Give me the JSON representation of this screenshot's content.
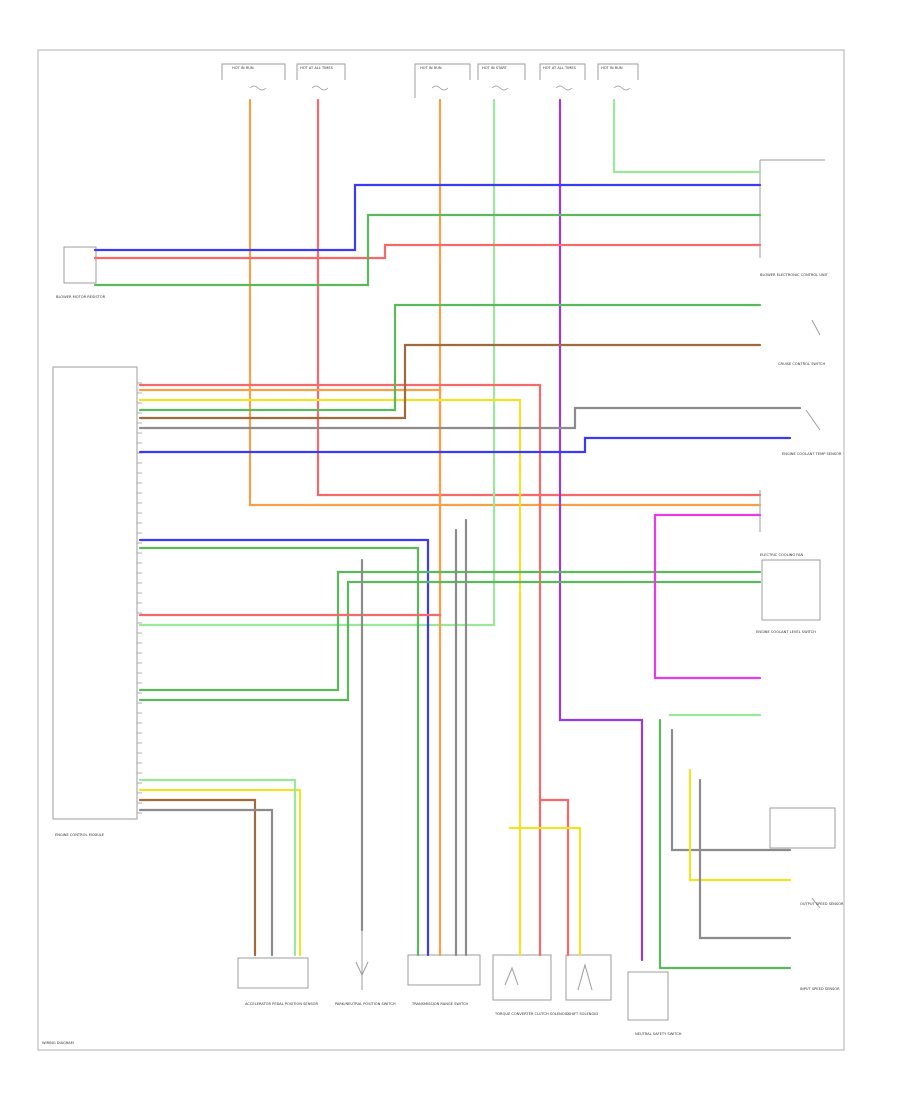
{
  "colors": {
    "red": "#f46a6a",
    "blue": "#3b3bf4",
    "green": "#5cb85c",
    "lightgreen": "#9be79b",
    "yellow": "#f0e22a",
    "orange": "#f5a04a",
    "purple": "#9b3bd6",
    "magenta": "#e83be8",
    "gray": "#8c8c8c",
    "brown": "#a06a3c",
    "darkgray": "#555555",
    "black": "#222222"
  },
  "diagram": {
    "fuse_labels": [
      "HOT IN RUN",
      "HOT AT ALL TIMES",
      "HOT IN RUN",
      "HOT IN START",
      "HOT AT ALL TIMES",
      "HOT IN RUN"
    ],
    "components": {
      "left_connector": "BLOWER MOTOR RESISTOR",
      "right_top": "BLOWER ELECTRONIC CONTROL UNIT",
      "right_switch_1": "CRUISE CONTROL SWITCH",
      "right_switch_2": "ENGINE COOLANT TEMP SENSOR",
      "right_connector_3": "ELECTRIC COOLING FAN",
      "right_connector_4": "ENGINE COOLANT LEVEL SWITCH",
      "right_sensor_5": "OUTPUT SPEED SENSOR",
      "right_sensor_6": "INPUT SPEED SENSOR",
      "ecm": "ENGINE CONTROL MODULE",
      "bottom_1": "ACCELERATOR PEDAL POSITION SENSOR",
      "bottom_2": "PARK/NEUTRAL POSITION SWITCH",
      "bottom_3": "TRANSMISSION RANGE SWITCH",
      "bottom_4": "TORQUE CONVERTER CLUTCH SOLENOID",
      "bottom_5": "SHIFT SOLENOID",
      "bottom_6": "NEUTRAL SAFETY SWITCH",
      "footer_code": "WIRING DIAGRAM"
    }
  }
}
